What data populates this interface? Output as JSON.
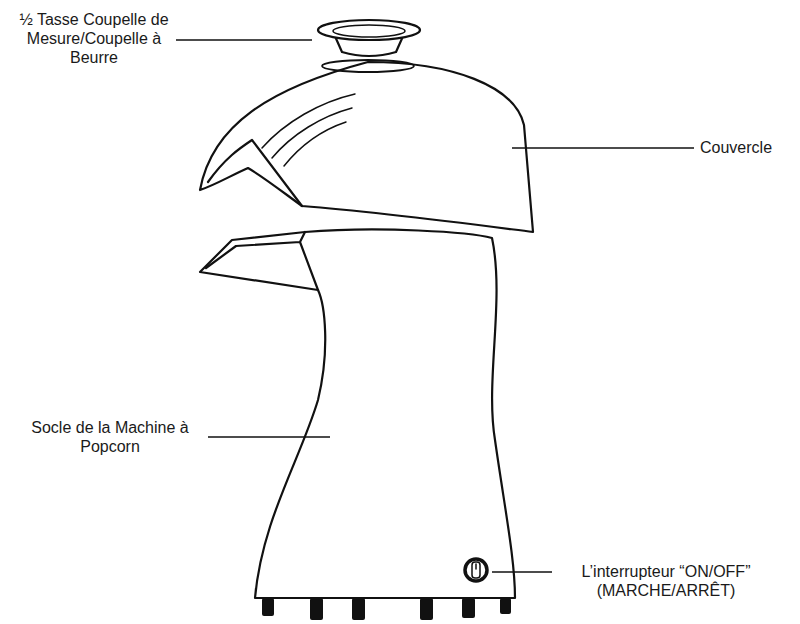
{
  "diagram": {
    "labels": [
      "½ Tasse Coupelle de Mesure/Coupelle à Beurre",
      "Couvercle",
      "Socle de la Machine à Popcorn",
      "L’interrupteur “ON/OFF” (MARCHE/ARRÊT)"
    ]
  }
}
